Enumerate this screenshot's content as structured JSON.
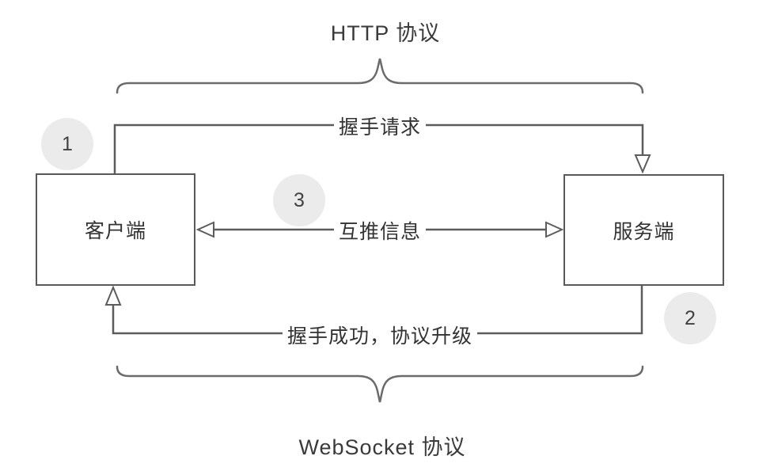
{
  "diagram": {
    "top_section_label": "HTTP 协议",
    "bottom_section_label": "WebSocket 协议",
    "nodes": {
      "client": "客户端",
      "server": "服务端"
    },
    "edges": {
      "handshake_request": "握手请求",
      "push_messages": "互推信息",
      "handshake_success": "握手成功，协议升级"
    },
    "steps": {
      "one": "1",
      "two": "2",
      "three": "3"
    },
    "colors": {
      "line": "#5c5c5c",
      "brace": "#6b6b6b",
      "text": "#3a3a3a",
      "badge_bg": "#ebebeb",
      "background": "#ffffff"
    }
  }
}
